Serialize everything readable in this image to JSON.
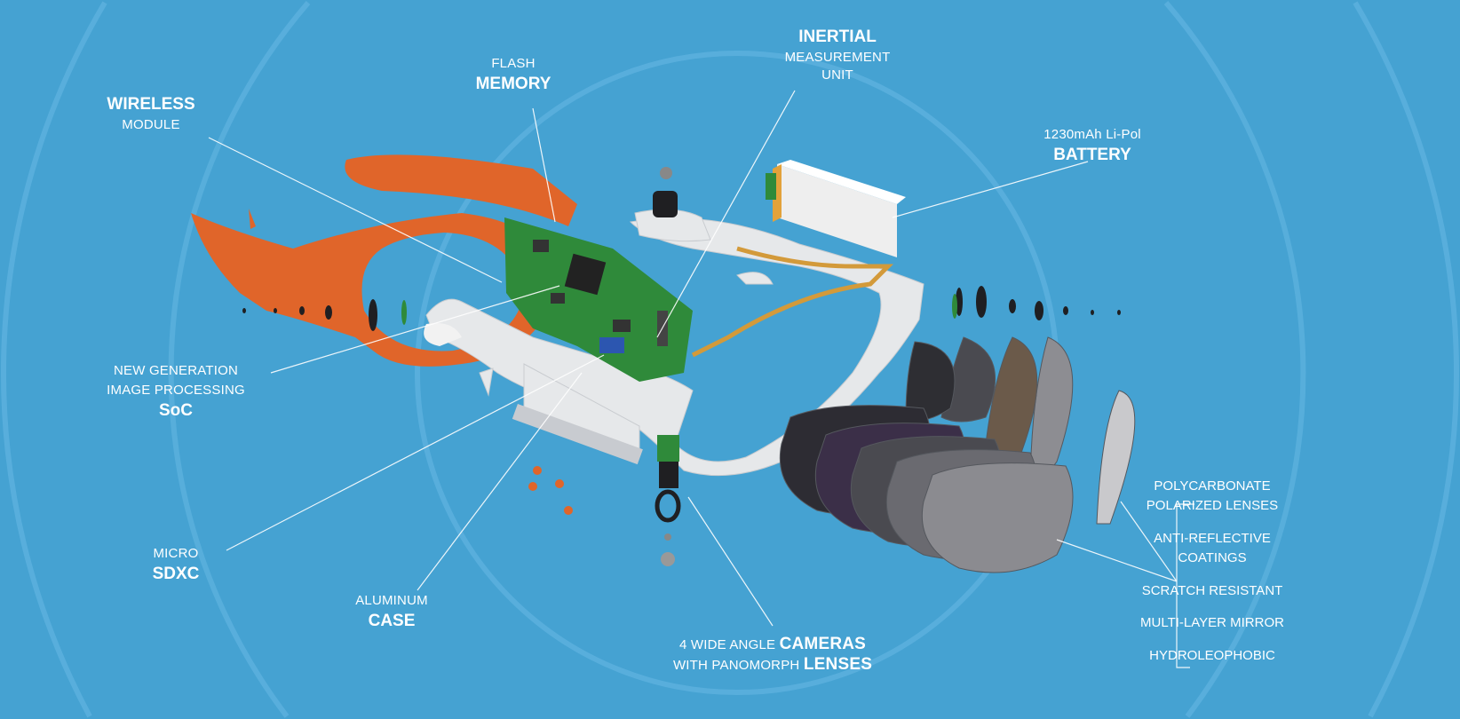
{
  "background_color": "#45a2d2",
  "accent_colors": {
    "frame_orange": "#e0652a",
    "frame_white": "#e8eaec",
    "pcb_green": "#2f8a3a",
    "lens_dark": "#3a3a40"
  },
  "labels": {
    "wireless": {
      "bold": "WIRELESS",
      "sub": "MODULE"
    },
    "flash": {
      "sub": "FLASH",
      "bold": "MEMORY"
    },
    "inertial": {
      "bold": "INERTIAL",
      "sub1": "MEASUREMENT",
      "sub2": "UNIT"
    },
    "battery": {
      "sub": "1230mAh Li-Pol",
      "bold": "BATTERY"
    },
    "soc": {
      "sub1": "NEW GENERATION",
      "sub2": "IMAGE PROCESSING",
      "bold": "SoC"
    },
    "sdxc": {
      "sub": "MICRO",
      "bold": "SDXC"
    },
    "case": {
      "sub": "ALUMINUM",
      "bold": "CASE"
    },
    "cameras": {
      "pre": "4 WIDE ANGLE",
      "bold1": "CAMERAS",
      "pre2": "WITH PANOMORPH",
      "bold2": "LENSES"
    }
  },
  "lens_features": [
    "POLYCARBONATE",
    "POLARIZED LENSES",
    "ANTI-REFLECTIVE",
    "COATINGS",
    "SCRATCH RESISTANT",
    "MULTI-LAYER MIRROR",
    "HYDROLEOPHOBIC"
  ]
}
